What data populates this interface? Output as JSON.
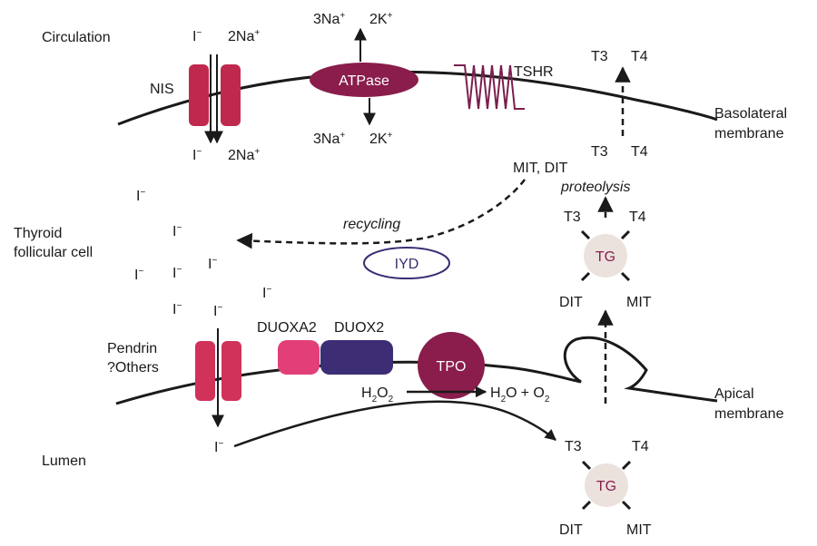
{
  "labels": {
    "circulation": "Circulation",
    "thyroid_cell_line1": "Thyroid",
    "thyroid_cell_line2": "follicular cell",
    "lumen": "Lumen",
    "pendrin_line1": "Pendrin",
    "pendrin_line2": "?Others",
    "basolateral_line1": "Basolateral",
    "basolateral_line2": "membrane",
    "apical_line1": "Apical",
    "apical_line2": "membrane"
  },
  "nis": {
    "name": "NIS",
    "iodide": "I",
    "iodide_charge": "−",
    "sodium": "2Na",
    "sodium_charge": "+"
  },
  "atpase": {
    "name": "ATPase",
    "na": "3Na",
    "na_charge": "+",
    "k": "2K",
    "k_charge": "+"
  },
  "tshr": {
    "name": "TSHR"
  },
  "secretion": {
    "t3": "T3",
    "t4": "T4"
  },
  "mit_dit": "MIT, DIT",
  "proteolysis": "proteolysis",
  "recycling": "recycling",
  "iyd": "IYD",
  "iodide_symbol": "I",
  "iodide_charge": "−",
  "duox": {
    "duoxa2": "DUOXA2",
    "duox2": "DUOX2"
  },
  "tpo": "TPO",
  "reaction": {
    "h": "H",
    "two": "2",
    "o": "O",
    "plus": "+ O",
    "product_h": "H",
    "product_o": "O"
  },
  "tg_cell": {
    "name": "TG",
    "t3": "T3",
    "t4": "T4",
    "dit": "DIT",
    "mit": "MIT"
  },
  "tg_lumen": {
    "name": "TG",
    "t3": "T3",
    "t4": "T4",
    "dit": "DIT",
    "mit": "MIT"
  },
  "colors": {
    "nis": "#c0294e",
    "atpase": "#8a1d4c",
    "tshr": "#7a1f4d",
    "pendrin": "#d0325a",
    "duoxa2": "#e23f79",
    "duox2": "#3d2d74",
    "tpo": "#8a1d4c",
    "iyd": "#3d2d74",
    "tg": "#ebe2de"
  }
}
